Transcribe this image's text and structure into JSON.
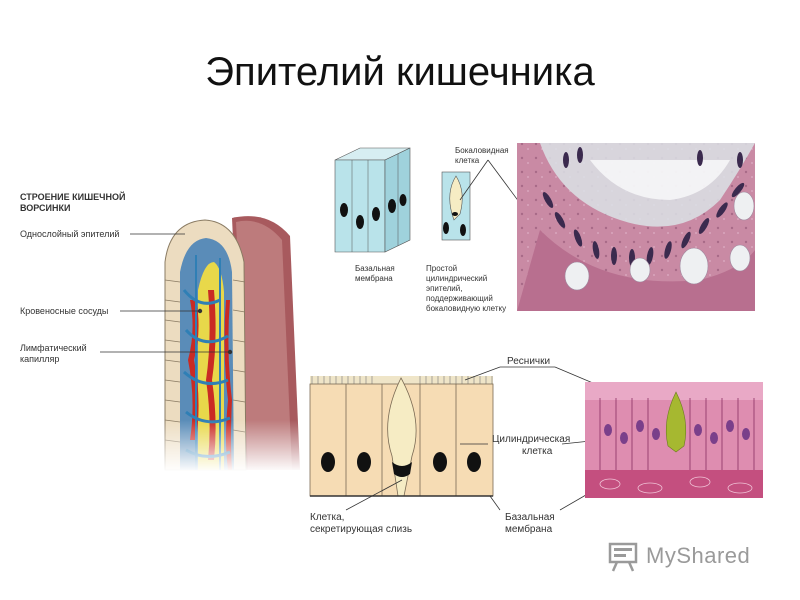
{
  "slide": {
    "title": "Эпителий кишечника"
  },
  "villus": {
    "heading_line1": "СТРОЕНИЕ КИШЕЧНОЙ",
    "heading_line2": "ВОРСИНКИ",
    "label_epithelium": "Однослойный эпителий",
    "label_vessels": "Кровеносные сосуды",
    "label_lymph_line1": "Лимфатический",
    "label_lymph_line2": "капилляр"
  },
  "goblet_small": {
    "label_basal_line1": "Базальная",
    "label_basal_line2": "мембрана",
    "label_goblet_line1": "Бокаловидная",
    "label_goblet_line2": "клетка",
    "label_simple_line1": "Простой",
    "label_simple_line2": "цилиндрический",
    "label_simple_line3": "эпителий,",
    "label_simple_line4": "поддерживающий",
    "label_simple_line5": "бокаловидную клетку"
  },
  "ciliated": {
    "label_cilia": "Реснички",
    "label_cyl_line1": "Цилиндрическая",
    "label_cyl_line2": "клетка",
    "label_secret_line1": "Клетка,",
    "label_secret_line2": "секретирующая слизь",
    "label_basal_line1": "Базальная",
    "label_basal_line2": "мембрана"
  },
  "watermark": {
    "brand": "MyShared"
  },
  "colors": {
    "cell_cyan": "#b9e3ea",
    "cell_tan": "#f6dcb4",
    "nucleus": "#111111",
    "histology_pink": "#c98aa4",
    "micro_pink": "#de8db0",
    "blood_red": "#c92b24",
    "lymph_yellow": "#e8d84a",
    "vein_blue": "#2f7fb5"
  }
}
